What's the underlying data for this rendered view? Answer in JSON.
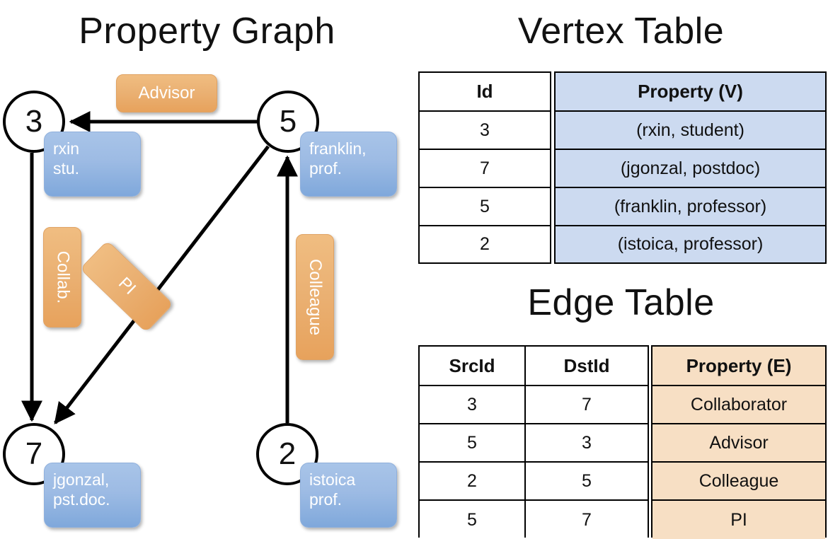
{
  "titles": {
    "property_graph": "Property Graph",
    "vertex_table": "Vertex Table",
    "edge_table": "Edge Table"
  },
  "graph": {
    "nodes": [
      {
        "id": "3",
        "label": "3",
        "property_line1": "rxin",
        "property_line2": "stu."
      },
      {
        "id": "5",
        "label": "5",
        "property_line1": "franklin,",
        "property_line2": "prof."
      },
      {
        "id": "7",
        "label": "7",
        "property_line1": "jgonzal,",
        "property_line2": "pst.doc."
      },
      {
        "id": "2",
        "label": "2",
        "property_line1": "istoica",
        "property_line2": "prof."
      }
    ],
    "edge_labels": {
      "advisor": "Advisor",
      "collab": "Collab.",
      "pi": "PI",
      "colleague": "Colleague"
    }
  },
  "vertex_table": {
    "headers": [
      "Id",
      "Property (V)"
    ],
    "rows": [
      {
        "id": "3",
        "property": "(rxin, student)"
      },
      {
        "id": "7",
        "property": "(jgonzal, postdoc)"
      },
      {
        "id": "5",
        "property": "(franklin, professor)"
      },
      {
        "id": "2",
        "property": "(istoica, professor)"
      }
    ]
  },
  "edge_table": {
    "headers": [
      "SrcId",
      "DstId",
      "Property (E)"
    ],
    "rows": [
      {
        "src": "3",
        "dst": "7",
        "property": "Collaborator"
      },
      {
        "src": "5",
        "dst": "3",
        "property": "Advisor"
      },
      {
        "src": "2",
        "dst": "5",
        "property": "Colleague"
      },
      {
        "src": "5",
        "dst": "7",
        "property": "PI"
      }
    ]
  },
  "colors": {
    "vertex_property_fill": "#9dbbe4",
    "edge_property_fill": "#eab072",
    "vertex_table_header_fill": "#ccdaf0",
    "edge_table_header_fill": "#f7dfc4",
    "stroke": "#000000",
    "background": "#ffffff"
  }
}
